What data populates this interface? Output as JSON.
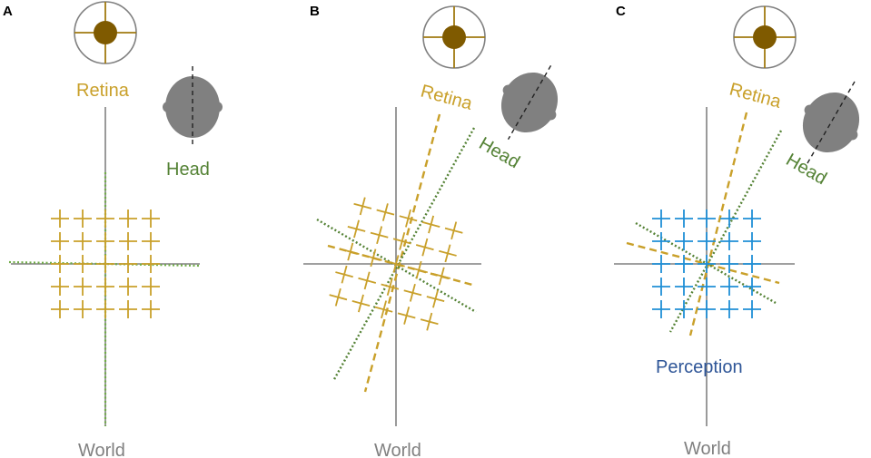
{
  "colors": {
    "retina": "#C9A02A",
    "head": "#548235",
    "perception": "#2E5597",
    "perception_cross": "#1F8FD6",
    "world": "#808080",
    "eye_fill": "#7F5A00",
    "eye_line": "#A07A10",
    "head_fill": "#808080"
  },
  "icons": {
    "eye": "eye-diagram-icon",
    "head": "head-top-view-icon",
    "cross": "plus-cross-icon"
  },
  "panels": [
    {
      "id": "A",
      "letter": "A",
      "labels": {
        "retina": "Retina",
        "head": "Head",
        "world": "World",
        "perception": ""
      },
      "eye_rotation_deg": 0,
      "head_rotation_deg": 0,
      "grid_rows": 5,
      "grid_cols": 5,
      "grid_rotation_deg": 0,
      "grid_color": "retina"
    },
    {
      "id": "B",
      "letter": "B",
      "labels": {
        "retina": "Retina",
        "head": "Head",
        "world": "World",
        "perception": ""
      },
      "eye_rotation_deg": 0,
      "head_rotation_deg": 30,
      "grid_rows": 5,
      "grid_cols": 5,
      "grid_rotation_deg": 15,
      "grid_color": "retina"
    },
    {
      "id": "C",
      "letter": "C",
      "labels": {
        "retina": "Retina",
        "head": "Head",
        "world": "World",
        "perception": "Perception"
      },
      "eye_rotation_deg": 0,
      "head_rotation_deg": 30,
      "grid_rows": 5,
      "grid_cols": 5,
      "grid_rotation_deg": 0,
      "grid_color": "perception_cross"
    }
  ]
}
